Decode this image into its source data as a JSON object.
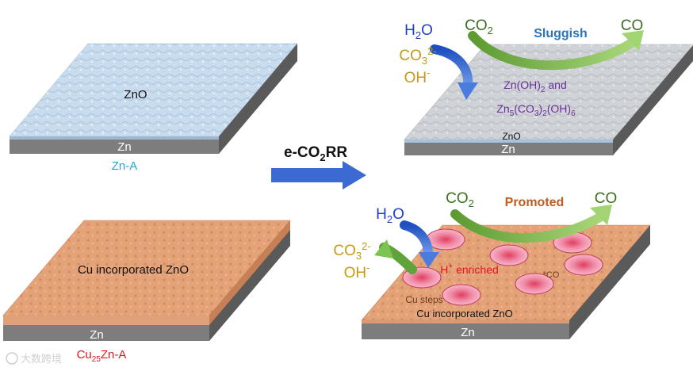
{
  "colors": {
    "water": "#1f3fc4",
    "carbonate": "#c69a14",
    "co2": "#3a6f1e",
    "sluggish": "#2d74b8",
    "promoted": "#c25b1f",
    "hydroxide_label": "#6b2f9a",
    "h_enriched": "#e2171f",
    "zn_a": "#21a6d6",
    "cu_zn_a": "#e2171f",
    "flow_arrow": "#3c6ad3"
  },
  "labels": {
    "zno": "ZnO",
    "zn": "Zn",
    "zn_a": "Zn-A",
    "cu_zno": "Cu incorporated ZnO",
    "cu_zn_a": "Cu25Zn-A",
    "cu_prefix": "Cu",
    "cu_sub": "25",
    "cu_suffix": "Zn-A",
    "process": "e-CO2RR",
    "process_main": "e-CO",
    "process_sub": "2",
    "process_end": "RR"
  },
  "top_right": {
    "h2o": "H2O",
    "h2o_h": "H",
    "h2o_sub": "2",
    "h2o_o": "O",
    "co3": "CO32-",
    "co3_main": "CO",
    "co3_sub": "3",
    "co3_sup": "2-",
    "oh": "OH-",
    "oh_main": "OH",
    "oh_sup": "-",
    "co2": "CO2",
    "co2_main": "CO",
    "co2_sub": "2",
    "status": "Sluggish",
    "co": "CO",
    "product_line1": "Zn(OH)2 and",
    "p1_a": "Zn(OH)",
    "p1_sub": "2",
    "p1_b": " and",
    "product_line2": "Zn5(CO3)2(OH)6",
    "p2_a": "Zn",
    "p2_s1": "5",
    "p2_b": "(CO",
    "p2_s2": "3",
    "p2_c": ")",
    "p2_s3": "2",
    "p2_d": "(OH)",
    "p2_s4": "6",
    "zno_thin": "ZnO",
    "zn": "Zn"
  },
  "bottom_right": {
    "h2o": "H2O",
    "h2o_h": "H",
    "h2o_sub": "2",
    "h2o_o": "O",
    "co3": "CO32-",
    "co3_main": "CO",
    "co3_sub": "3",
    "co3_sup": "2-",
    "oh": "OH-",
    "oh_main": "OH",
    "oh_sup": "-",
    "co2": "CO2",
    "co2_main": "CO",
    "co2_sub": "2",
    "status": "Promoted",
    "co": "CO",
    "h_enriched": "H+ enriched",
    "he_h": "H",
    "he_sup": "+",
    "he_rest": " enriched",
    "co_ads": "*CO",
    "cu_steps": "Cu steps",
    "cu_zno": "Cu incorporated ZnO",
    "zn": "Zn"
  },
  "watermark": "大数跨境"
}
